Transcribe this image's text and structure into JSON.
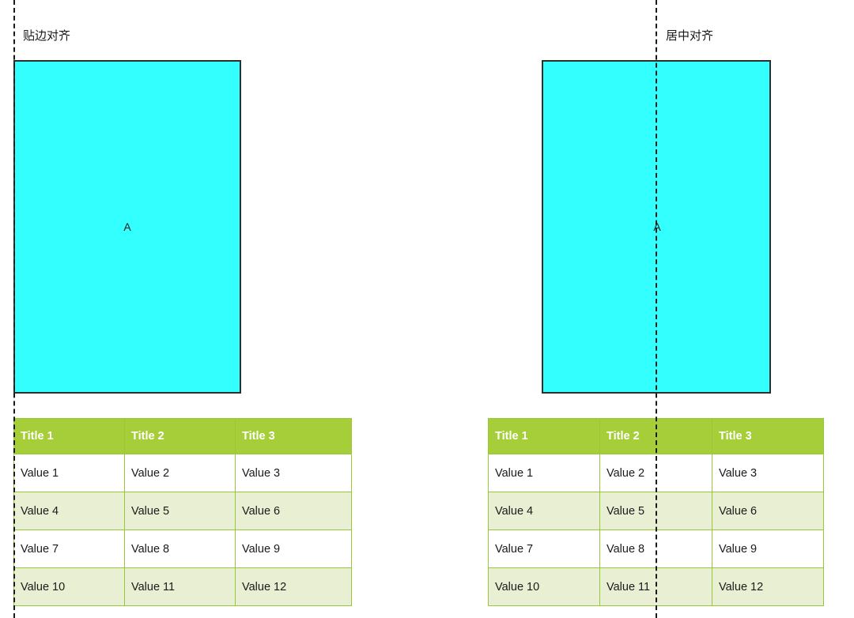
{
  "captions": {
    "left": "贴边对齐",
    "right": "居中对齐"
  },
  "boxes": {
    "left": {
      "label": "A"
    },
    "right": {
      "label": "A"
    }
  },
  "colors": {
    "box_fill": "#33FFFF",
    "box_border": "#2E2E2E",
    "table_header_fill": "#A6CE39",
    "table_header_text": "#FFFFFF",
    "table_border": "#9AC63C",
    "table_row_alt_fill": "#E8EFD3",
    "table_row_fill": "#FFFFFF",
    "guide_line": "#1A1A1A"
  },
  "table": {
    "headers": [
      "Title 1",
      "Title 2",
      "Title 3"
    ],
    "rows": [
      [
        "Value 1",
        "Value 2",
        "Value 3"
      ],
      [
        "Value 4",
        "Value 5",
        "Value 6"
      ],
      [
        "Value 7",
        "Value 8",
        "Value 9"
      ],
      [
        "Value 10",
        "Value 11",
        "Value 12"
      ]
    ]
  }
}
